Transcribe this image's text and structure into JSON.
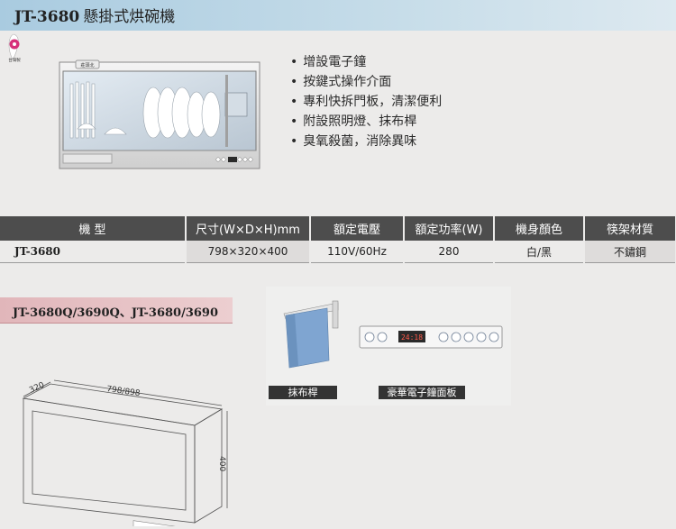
{
  "header": {
    "model": "JT-3680",
    "title": "懸掛式烘碗機"
  },
  "badge": {
    "text": "台灣製"
  },
  "product": {
    "brand": "莊頭北"
  },
  "features": [
    "增設電子鐘",
    "按鍵式操作介面",
    "專利快拆門板，清潔便利",
    "附設照明燈、抹布桿",
    "臭氧殺菌，消除異味"
  ],
  "spec_table": {
    "headers": [
      "機 型",
      "尺寸(W×D×H)mm",
      "額定電壓",
      "額定功率(W)",
      "機身顏色",
      "筷架材質"
    ],
    "row": [
      "JT-3680",
      "798×320×400",
      "110V/60Hz",
      "280",
      "白/黑",
      "不鏽鋼"
    ]
  },
  "section": {
    "label": "JT-3680Q/3690Q、JT-3680/3690"
  },
  "diagram": {
    "depth": "320",
    "width": "798/898",
    "height": "400"
  },
  "accessories": {
    "towel_caption": "抹布桿",
    "panel_caption": "豪華電子鐘面板",
    "panel_display": "24:18"
  }
}
